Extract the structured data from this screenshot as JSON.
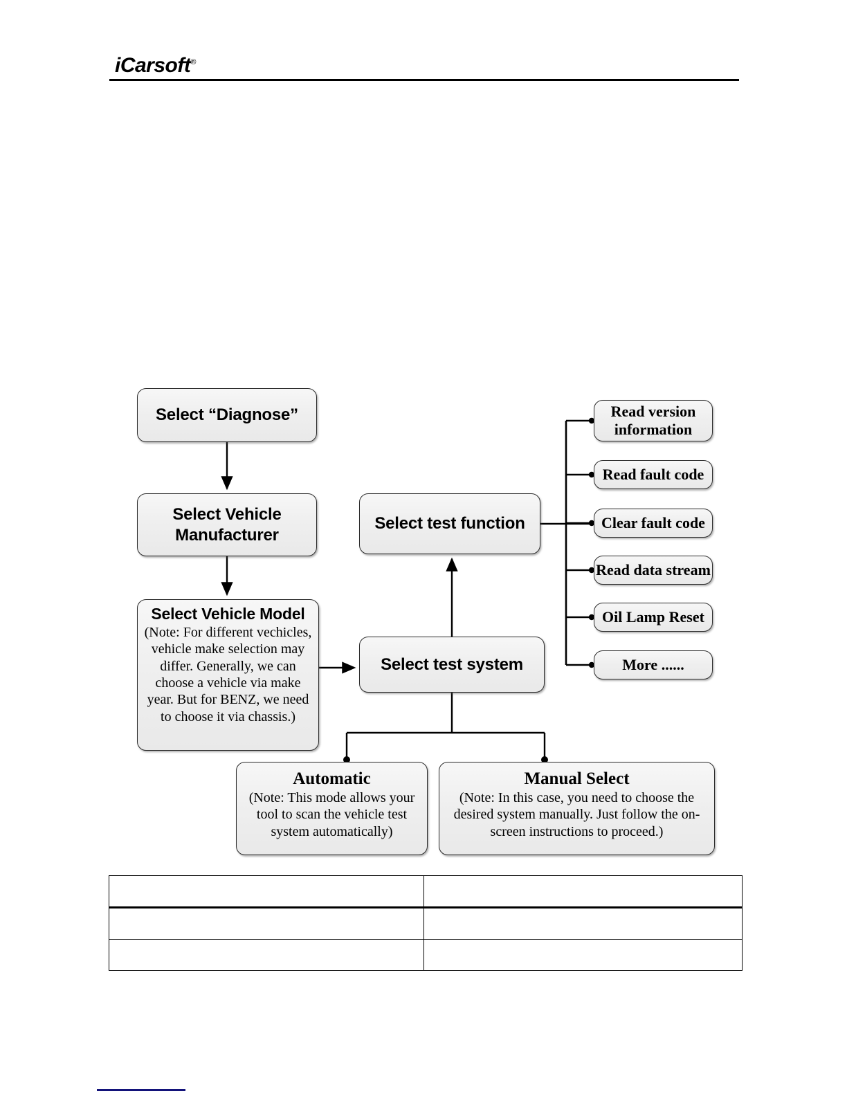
{
  "header": {
    "brand": "iCarsoft",
    "registered_mark": "®"
  },
  "flowchart": {
    "nodes": {
      "diagnose": {
        "label": "Select “Diagnose”"
      },
      "manufacturer": {
        "label": "Select Vehicle Manufacturer"
      },
      "model": {
        "label": "Select Vehicle Model",
        "note": "(Note: For different vechicles, vehicle make selection may differ. Generally, we can choose a vehicle via make year. But for BENZ, we need to choose it via chassis.)"
      },
      "test_function": {
        "label": "Select test function"
      },
      "test_system": {
        "label": "Select test system"
      },
      "automatic": {
        "label": "Automatic",
        "note": "(Note: This mode allows your tool to scan the vehicle test system automatically)"
      },
      "manual_select": {
        "label": "Manual Select",
        "note": "(Note: In this case, you need to choose the desired system manually. Just follow the on-screen instructions to proceed.)"
      }
    },
    "test_function_options": [
      {
        "label": "Read version information"
      },
      {
        "label": "Read fault code"
      },
      {
        "label": "Clear fault code"
      },
      {
        "label": "Read data stream"
      },
      {
        "label": "Oil Lamp Reset"
      },
      {
        "label": "More ......"
      }
    ],
    "colors": {
      "node_fill_top": "#f7f7f7",
      "node_fill_bottom": "#e9e9e9",
      "node_border": "#2b2b2b",
      "connector": "#000000",
      "text": "#000000"
    }
  },
  "table": {
    "rows": [
      {
        "cells": [
          "",
          ""
        ]
      },
      {
        "cells": [
          "",
          ""
        ]
      },
      {
        "cells": [
          "",
          ""
        ]
      }
    ]
  },
  "footer": {
    "rule_color": "#13137a"
  }
}
